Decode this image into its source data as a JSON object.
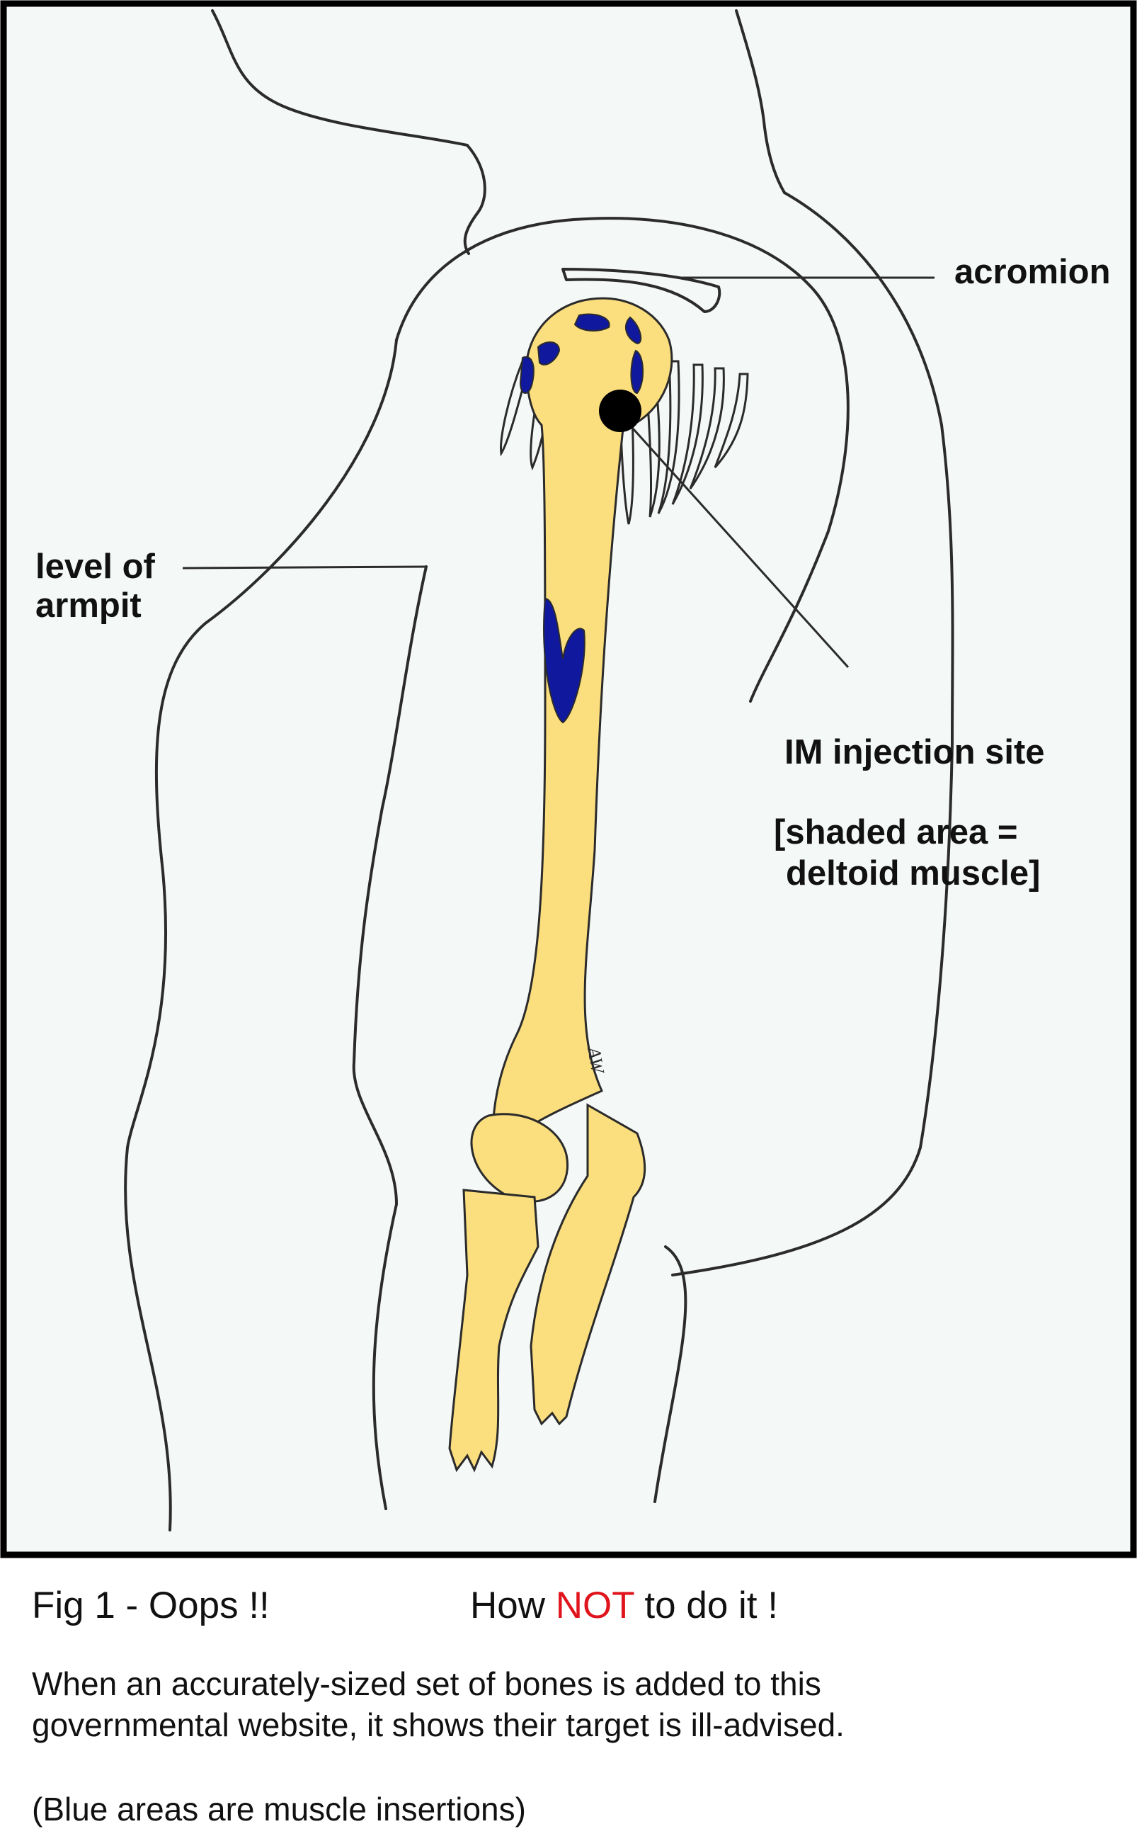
{
  "figure": {
    "labels": {
      "acromion": "acromion",
      "level_of_armpit_line1": "level of",
      "level_of_armpit_line2": "armpit",
      "injection_site": "IM injection site",
      "shaded_area_line1": "[shaded area =",
      "shaded_area_line2": "deltoid muscle]"
    },
    "signature": "AW",
    "colors": {
      "bone": "#fbde7e",
      "muscle_insertion": "#10189e",
      "outline": "#2b2b2b",
      "frame": "#000000",
      "background": "#f4f8f6",
      "injection_dot": "#000000",
      "highlight": "#e0141c"
    }
  },
  "caption": {
    "fig_label": "Fig 1  -  Oops !!",
    "how_prefix": "How",
    "how_not": "NOT",
    "how_suffix": "to do it !",
    "body_line1": "When an accurately-sized set of bones is added to this",
    "body_line2": "governmental website, it shows their target is ill-advised.",
    "note": "(Blue areas are muscle insertions)"
  }
}
